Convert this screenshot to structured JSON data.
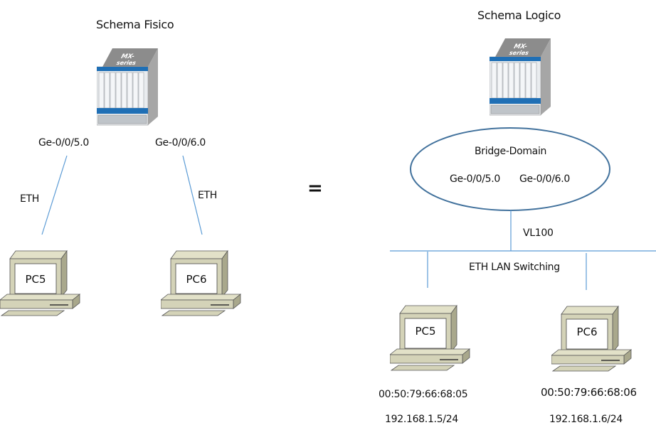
{
  "physical": {
    "title": "Schema Fisico",
    "router": {
      "icon": "mx-series-router-icon",
      "label": "MX-series"
    },
    "ports": [
      "Ge-0/0/5.0",
      "Ge-0/0/6.0"
    ],
    "links": [
      "ETH",
      "ETH"
    ],
    "pcs": [
      "PC5",
      "PC6"
    ]
  },
  "equals": "=",
  "logical": {
    "title": "Schema Logico",
    "router": {
      "icon": "mx-series-router-icon",
      "label": "MX-series"
    },
    "bridge_domain": {
      "label": "Bridge-Domain",
      "ports": [
        "Ge-0/0/5.0",
        "Ge-0/0/6.0"
      ]
    },
    "vlan": "VL100",
    "lan": "ETH LAN Switching",
    "hosts": [
      {
        "name": "PC5",
        "mac": "00:50:79:66:68:05",
        "ip": "192.168.1.5/24"
      },
      {
        "name": "PC6",
        "mac": "00:50:79:66:68:06",
        "ip": "192.168.1.6/24"
      }
    ]
  },
  "colors": {
    "line": "#5b9bd5",
    "ellipse": "#41719c",
    "pc_body": "#d4d3b8",
    "pc_dark": "#6e6d55",
    "router_blue": "#1f6fb5"
  }
}
